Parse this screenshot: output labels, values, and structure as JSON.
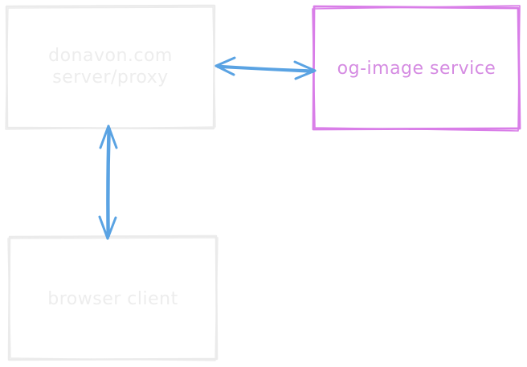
{
  "colors": {
    "muted_stroke": "#ebebeb",
    "muted_text": "#ededed",
    "accent_stroke": "#d97ee8",
    "accent_text": "#d58be2",
    "arrow": "#5aa3e3"
  },
  "nodes": {
    "server": {
      "line1": "donavon.com",
      "line2": "server/proxy"
    },
    "service": {
      "label": "og-image service"
    },
    "client": {
      "label": "browser client"
    }
  },
  "edges": [
    {
      "from": "server",
      "to": "service",
      "type": "bidirectional"
    },
    {
      "from": "server",
      "to": "client",
      "type": "bidirectional"
    }
  ]
}
